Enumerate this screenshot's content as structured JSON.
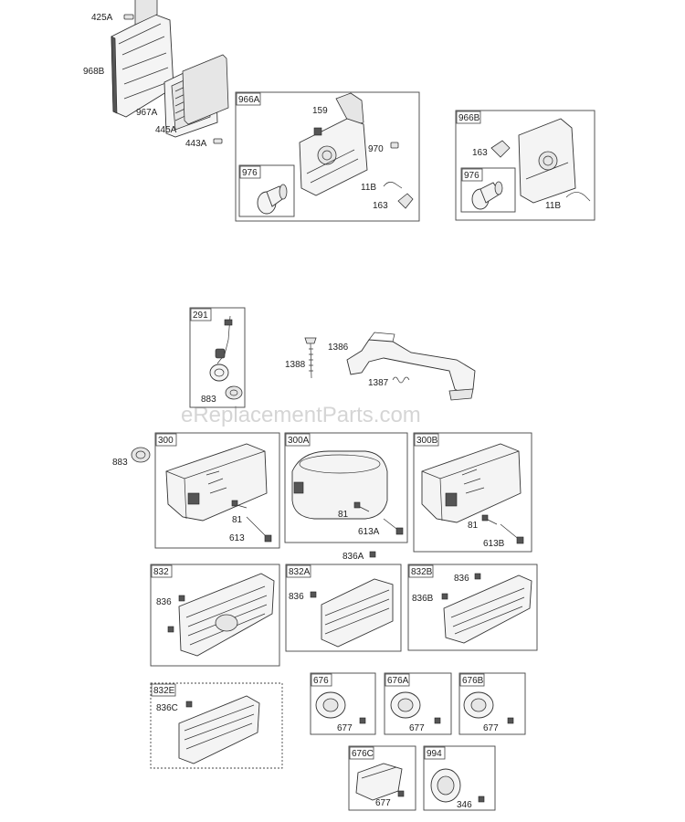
{
  "watermark": "eReplacementParts.com",
  "labels": {
    "l425A": "425A",
    "l968B": "968B",
    "l967A": "967A",
    "l445A": "445A",
    "l443A": "443A",
    "b966A": "966A",
    "l159": "159",
    "l970": "970",
    "b976a": "976",
    "l11Ba": "11B",
    "l163a": "163",
    "b966B": "966B",
    "l163b": "163",
    "b976b": "976",
    "l11Bb": "11B",
    "b291": "291",
    "l883a": "883",
    "l1386": "1386",
    "l1388": "1388",
    "l1387": "1387",
    "l883b": "883",
    "b300": "300",
    "l81a": "81",
    "l613": "613",
    "b300A": "300A",
    "l81b": "81",
    "l613A": "613A",
    "b300B": "300B",
    "l81c": "81",
    "l613B": "613B",
    "l836A": "836A",
    "b832": "832",
    "l836a": "836",
    "b832A": "832A",
    "l836b": "836",
    "b832B": "832B",
    "l836c": "836",
    "l836B": "836B",
    "b832E": "832E",
    "l836C": "836C",
    "b676": "676",
    "l677a": "677",
    "b676A": "676A",
    "l677b": "677",
    "b676B": "676B",
    "l677c": "677",
    "b676C": "676C",
    "l677d": "677",
    "b994": "994",
    "l346": "346"
  }
}
